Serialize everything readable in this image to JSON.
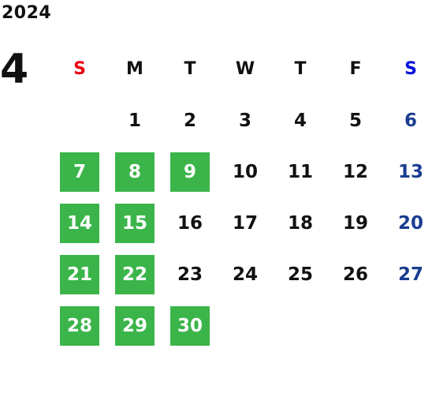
{
  "calendar": {
    "year": "2024",
    "month": "4",
    "weekdays": [
      "S",
      "M",
      "T",
      "W",
      "T",
      "F",
      "S"
    ],
    "weeks": [
      [
        "",
        "1",
        "2",
        "3",
        "4",
        "5",
        "6"
      ],
      [
        "7",
        "8",
        "9",
        "10",
        "11",
        "12",
        "13"
      ],
      [
        "14",
        "15",
        "16",
        "17",
        "18",
        "19",
        "20"
      ],
      [
        "21",
        "22",
        "23",
        "24",
        "25",
        "26",
        "27"
      ],
      [
        "28",
        "29",
        "30",
        "",
        "",
        "",
        ""
      ]
    ],
    "highlighted_days": [
      "7",
      "8",
      "9",
      "14",
      "15",
      "21",
      "22",
      "28",
      "29",
      "30"
    ],
    "colors": {
      "highlight": "#3bb54a",
      "sunday_header": "#e60012",
      "saturday_header": "#0010d8",
      "saturday_dates": "#1a3d8f"
    }
  }
}
